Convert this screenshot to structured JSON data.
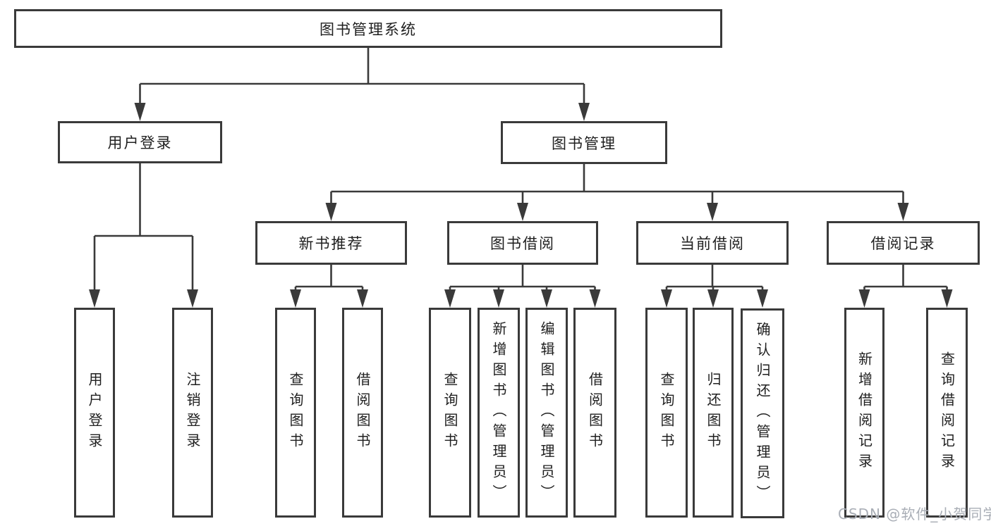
{
  "diagram": {
    "title": "图书管理系统",
    "root": {
      "label": "图书管理系统"
    },
    "level2": [
      {
        "label": "用户登录"
      },
      {
        "label": "图书管理"
      }
    ],
    "level3": [
      {
        "label": "新书推荐"
      },
      {
        "label": "图书借阅"
      },
      {
        "label": "当前借阅"
      },
      {
        "label": "借阅记录"
      }
    ],
    "leaves": {
      "user_login": [
        "用户登录",
        "注销登录"
      ],
      "new_book": [
        "查询图书",
        "借阅图书"
      ],
      "borrow": [
        "查询图书",
        "新增图书（管理员）",
        "编辑图书（管理员）",
        "借阅图书"
      ],
      "current": [
        "查询图书",
        "归还图书",
        "确认归还（管理员）"
      ],
      "records": [
        "新增借阅记录",
        "查询借阅记录"
      ]
    }
  },
  "watermark": "CSDN @软件_小贺同学",
  "colors": {
    "line": "#3a3a3a",
    "text": "#1f1f1f",
    "background": "#ffffff",
    "watermark": "#a9aeb6"
  }
}
